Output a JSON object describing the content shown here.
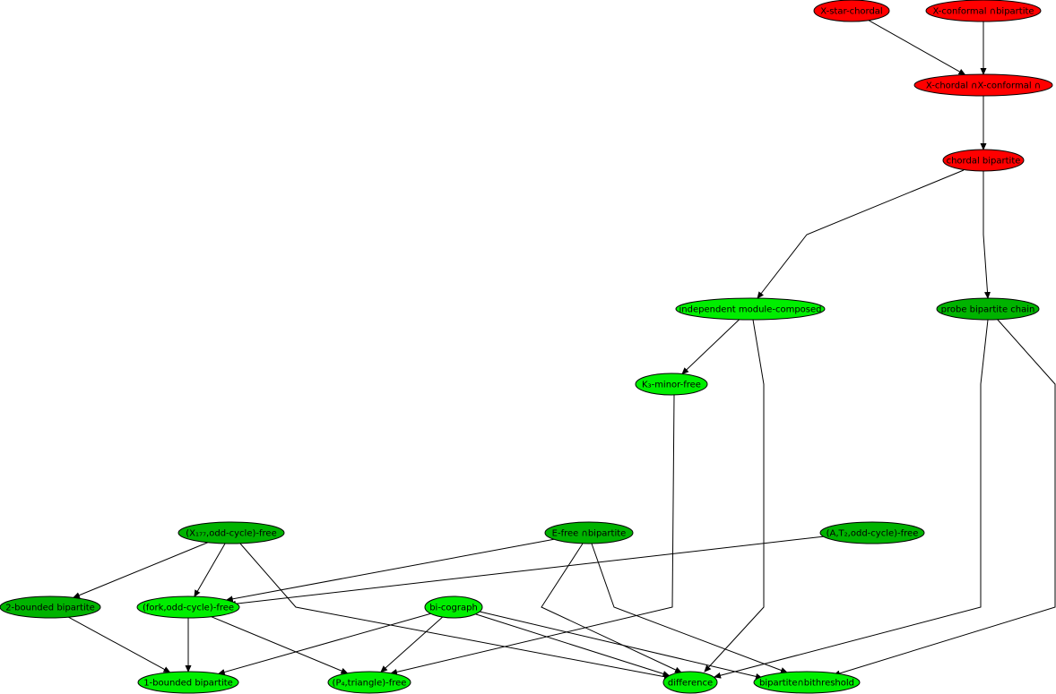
{
  "colors": {
    "red": "#ff0000",
    "light_green": "#00ee00",
    "dark_green": "#00b300",
    "edge": "#000000"
  },
  "nodes": [
    {
      "id": "x_star_chordal",
      "label": "X-star-chordal",
      "color": "red"
    },
    {
      "id": "x_conformal_bip",
      "label": "X-conformal ∩bipartite",
      "color": "red"
    },
    {
      "id": "x_chordal_x_conf",
      "label": "X-chordal ∩X-conformal ∩",
      "color": "red"
    },
    {
      "id": "chordal_bipartite",
      "label": "chordal bipartite",
      "color": "red"
    },
    {
      "id": "indep_module",
      "label": "independent module-composed",
      "color": "light_green"
    },
    {
      "id": "probe_bip_chain",
      "label": "probe bipartite chain",
      "color": "dark_green"
    },
    {
      "id": "k3_minor_free",
      "label": "K₃-minor-free",
      "color": "light_green"
    },
    {
      "id": "x177_odd",
      "label": "(X₁₇₇,odd-cycle)-free",
      "color": "dark_green"
    },
    {
      "id": "e_free_bip",
      "label": "E-free ∩bipartite",
      "color": "dark_green"
    },
    {
      "id": "a_t2_odd",
      "label": "(A,T₂,odd-cycle)-free",
      "color": "dark_green"
    },
    {
      "id": "two_bounded_bip",
      "label": "2-bounded bipartite",
      "color": "dark_green"
    },
    {
      "id": "fork_odd",
      "label": "(fork,odd-cycle)-free",
      "color": "light_green"
    },
    {
      "id": "bi_cograph",
      "label": "bi-cograph",
      "color": "light_green"
    },
    {
      "id": "one_bounded_bip",
      "label": "1-bounded bipartite",
      "color": "light_green"
    },
    {
      "id": "p4_triangle",
      "label": "(P₄,triangle)-free",
      "color": "light_green"
    },
    {
      "id": "difference",
      "label": "difference",
      "color": "light_green"
    },
    {
      "id": "bip_bithreshold",
      "label": "bipartite∩bithreshold",
      "color": "light_green"
    }
  ],
  "edges": [
    {
      "from": "x_star_chordal",
      "to": "x_chordal_x_conf"
    },
    {
      "from": "x_conformal_bip",
      "to": "x_chordal_x_conf"
    },
    {
      "from": "x_chordal_x_conf",
      "to": "chordal_bipartite"
    },
    {
      "from": "chordal_bipartite",
      "to": "indep_module"
    },
    {
      "from": "chordal_bipartite",
      "to": "probe_bip_chain"
    },
    {
      "from": "indep_module",
      "to": "k3_minor_free"
    },
    {
      "from": "indep_module",
      "to": "difference"
    },
    {
      "from": "probe_bip_chain",
      "to": "difference"
    },
    {
      "from": "probe_bip_chain",
      "to": "bip_bithreshold"
    },
    {
      "from": "k3_minor_free",
      "to": "p4_triangle"
    },
    {
      "from": "x177_odd",
      "to": "two_bounded_bip"
    },
    {
      "from": "x177_odd",
      "to": "fork_odd"
    },
    {
      "from": "x177_odd",
      "to": "difference"
    },
    {
      "from": "e_free_bip",
      "to": "fork_odd"
    },
    {
      "from": "e_free_bip",
      "to": "difference"
    },
    {
      "from": "e_free_bip",
      "to": "bip_bithreshold"
    },
    {
      "from": "a_t2_odd",
      "to": "fork_odd"
    },
    {
      "from": "two_bounded_bip",
      "to": "one_bounded_bip"
    },
    {
      "from": "fork_odd",
      "to": "one_bounded_bip"
    },
    {
      "from": "fork_odd",
      "to": "p4_triangle"
    },
    {
      "from": "bi_cograph",
      "to": "one_bounded_bip"
    },
    {
      "from": "bi_cograph",
      "to": "p4_triangle"
    },
    {
      "from": "bi_cograph",
      "to": "difference"
    },
    {
      "from": "bi_cograph",
      "to": "bip_bithreshold"
    }
  ]
}
